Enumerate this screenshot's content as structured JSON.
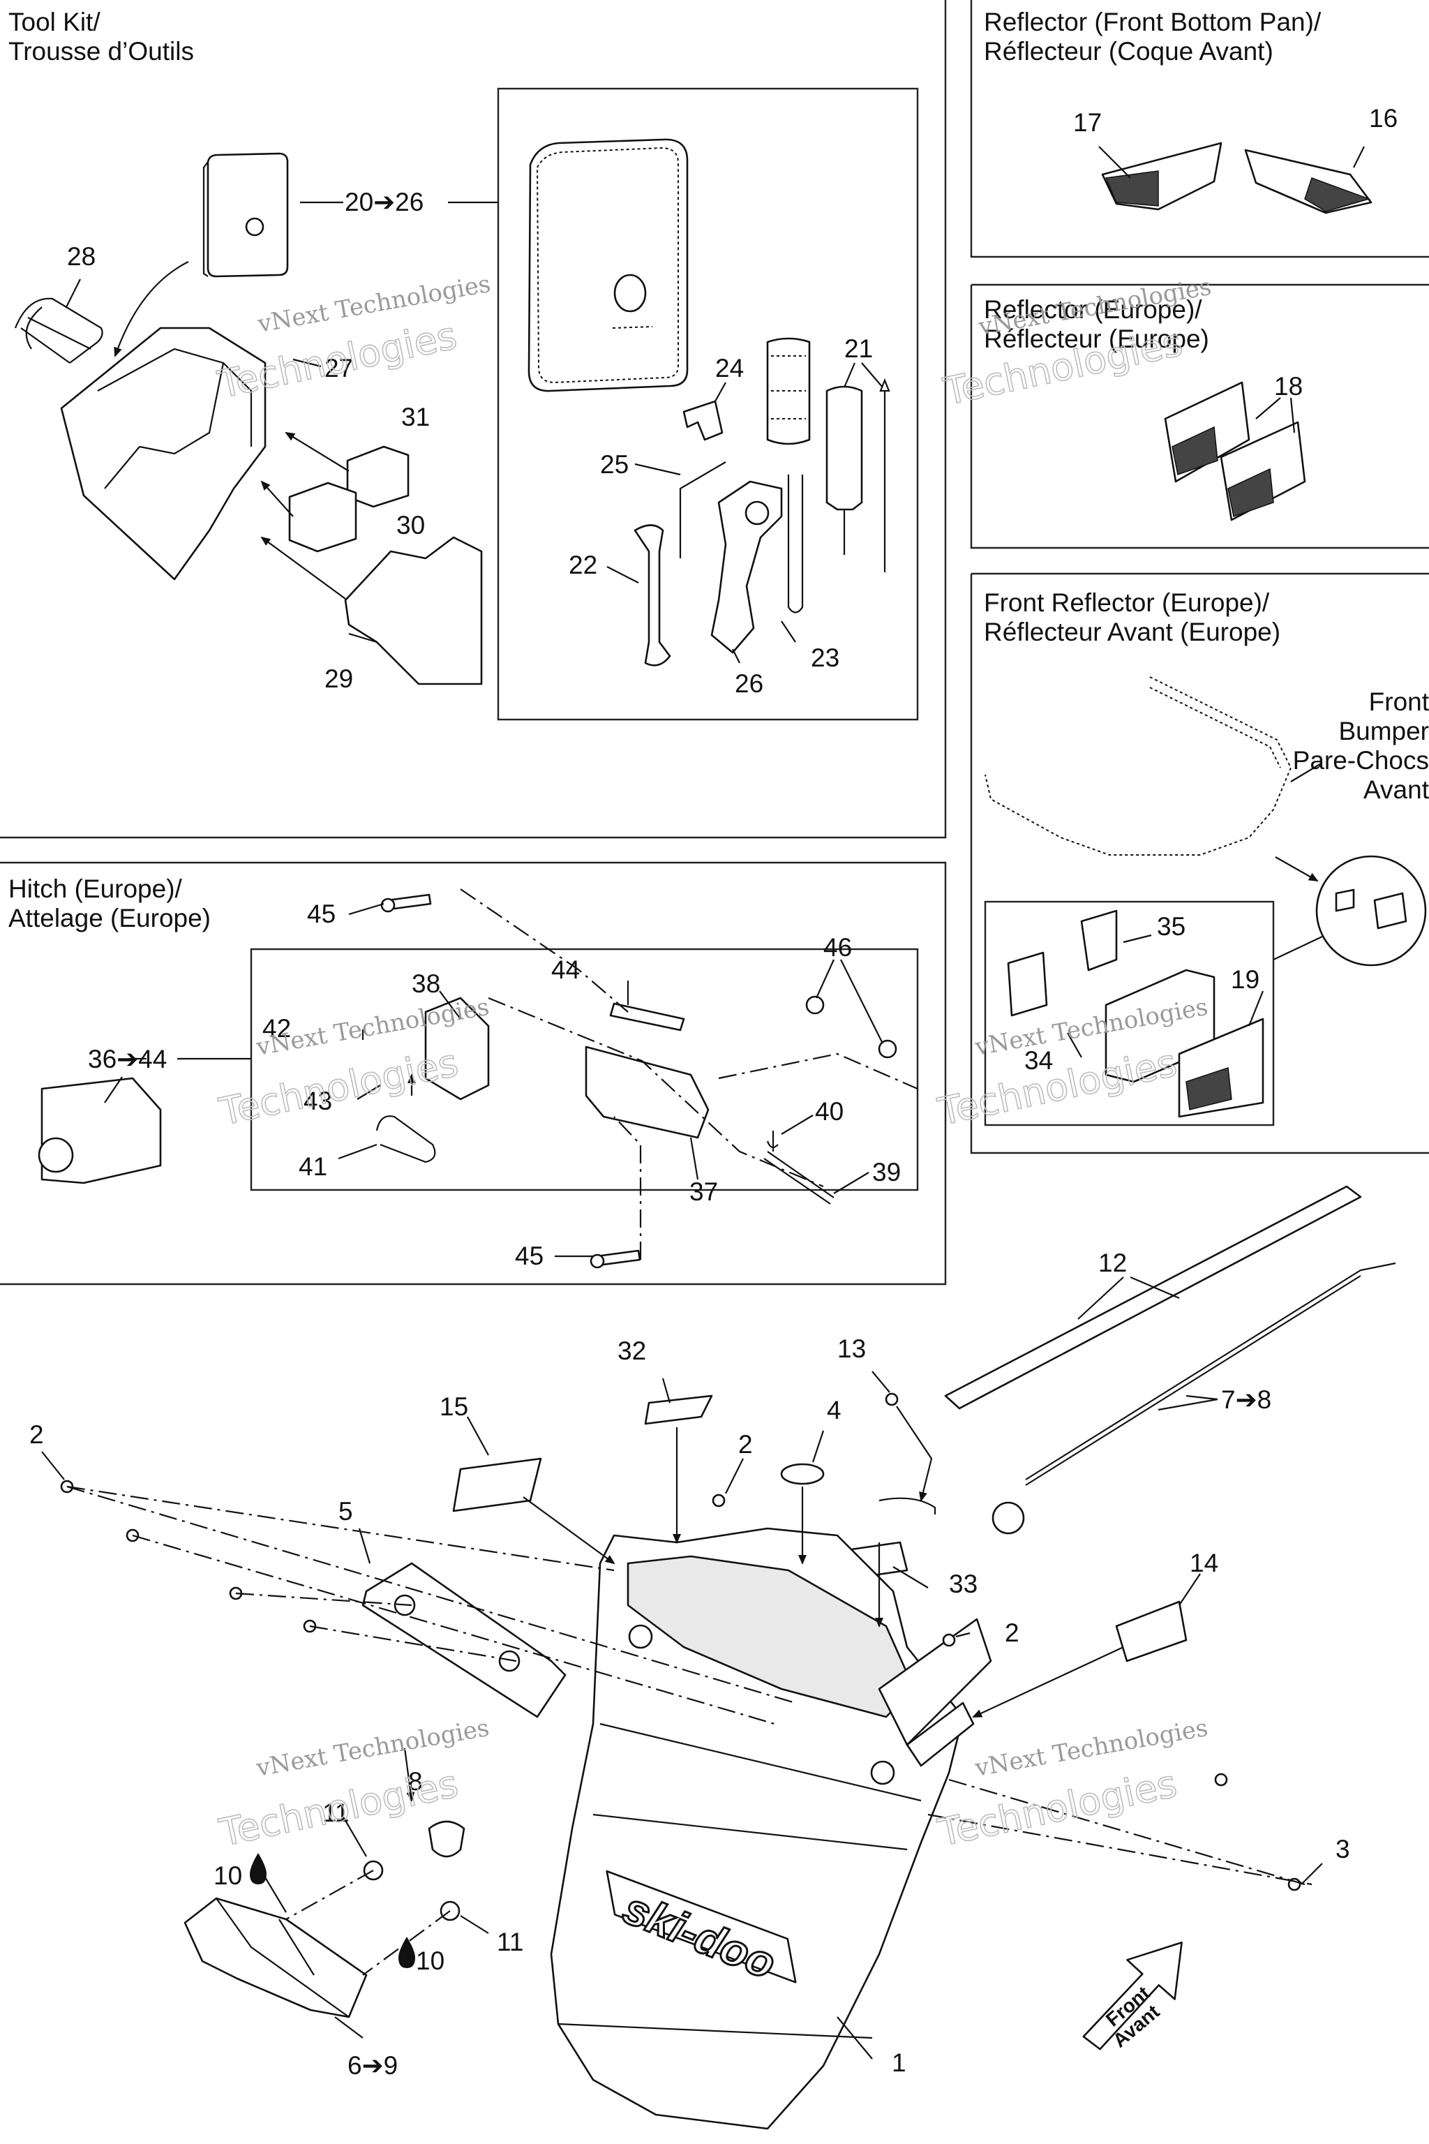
{
  "sections": {
    "tool_kit": [
      "Tool Kit/",
      "Trousse d’Outils"
    ],
    "reflector_bottom_pan": [
      "Reflector (Front Bottom Pan)/",
      "Réflecteur (Coque Avant)"
    ],
    "reflector_europe": [
      "Reflector (Europe)/",
      "Réflecteur (Europe)"
    ],
    "front_reflector_europe": [
      "Front Reflector (Europe)/",
      "Réflecteur Avant (Europe)"
    ],
    "hitch_europe": [
      "Hitch (Europe)/",
      "Attelage (Europe)"
    ],
    "front_bumper": [
      "Front",
      "Bumper",
      "Pare-Chocs",
      "Avant"
    ]
  },
  "callouts": {
    "c20_26": "20➔26",
    "c28": "28",
    "c27": "27",
    "c31": "31",
    "c30": "30",
    "c29": "29",
    "c24": "24",
    "c21": "21",
    "c25": "25",
    "c22": "22",
    "c23": "23",
    "c26": "26",
    "c17": "17",
    "c16": "16",
    "c18": "18",
    "c35": "35",
    "c19": "19",
    "c34": "34",
    "c45a": "45",
    "c38": "38",
    "c44": "44",
    "c46": "46",
    "c42": "42",
    "c36_44": "36➔44",
    "c43": "43",
    "c40": "40",
    "c41": "41",
    "c37": "37",
    "c39": "39",
    "c45b": "45",
    "c12": "12",
    "c13": "13",
    "c7_8": "7➔8",
    "c32": "32",
    "c15": "15",
    "c4": "4",
    "c2a": "2",
    "c2b": "2",
    "c2c": "2",
    "c5": "5",
    "c33": "33",
    "c14": "14",
    "c8": "8",
    "c11a": "11",
    "c10a": "10",
    "c10b": "10",
    "c11b": "11",
    "c3": "3",
    "c1": "1",
    "c6_9": "6➔9"
  },
  "brand": "ski-doo",
  "front_arrow": [
    "Front",
    "Avant"
  ],
  "watermark": {
    "company": "vNext Technologies",
    "big1": "vNext",
    "big2": "Technologies"
  },
  "icons": {
    "drop": "drop-icon",
    "arrow": "right-arrow-icon"
  }
}
